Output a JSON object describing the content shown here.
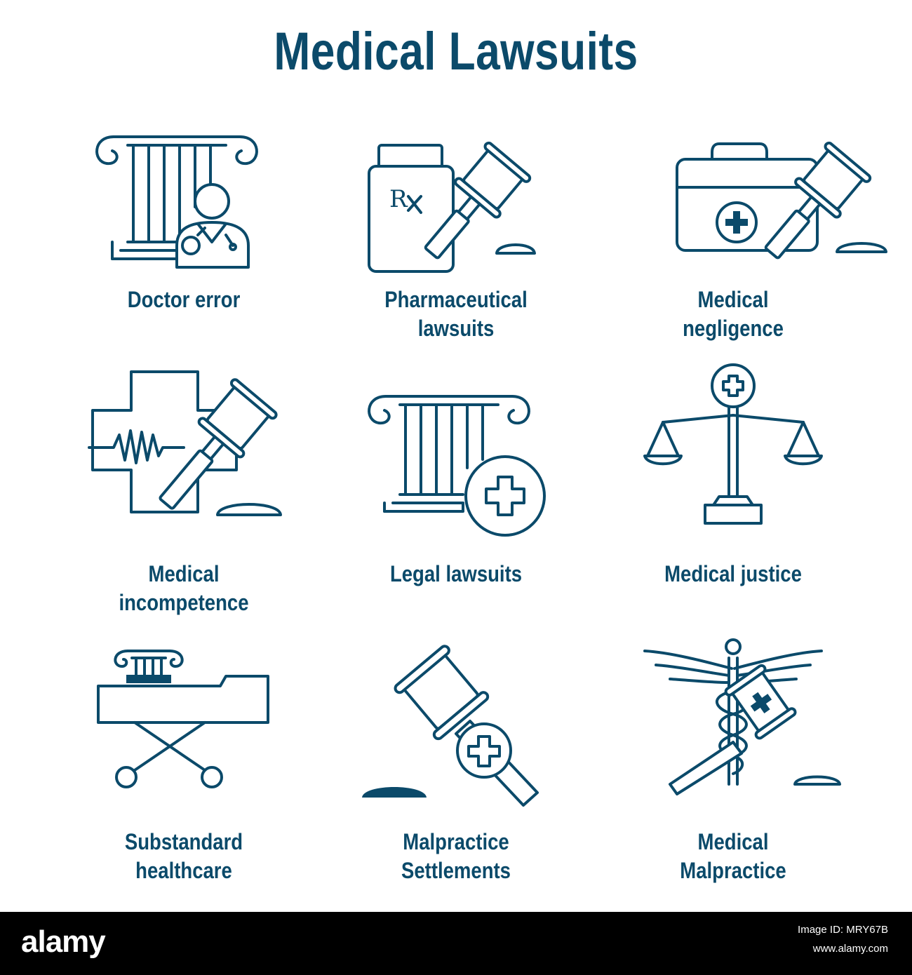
{
  "title": "Medical Lawsuits",
  "colors": {
    "ink": "#0b4a6a",
    "background": "#ffffff",
    "footer": "#000000"
  },
  "icons": [
    {
      "name": "doctor-column-icon",
      "label_lines": [
        "Doctor error"
      ]
    },
    {
      "name": "rx-bottle-gavel-icon",
      "label_lines": [
        "Pharmaceutical",
        "lawsuits"
      ]
    },
    {
      "name": "medical-kit-gavel-icon",
      "label_lines": [
        "Medical",
        "negligence"
      ]
    },
    {
      "name": "heartbeat-cross-gavel-icon",
      "label_lines": [
        "Medical",
        "incompetence"
      ]
    },
    {
      "name": "column-cross-icon",
      "label_lines": [
        "Legal lawsuits"
      ]
    },
    {
      "name": "scales-cross-icon",
      "label_lines": [
        "Medical justice"
      ]
    },
    {
      "name": "stretcher-column-icon",
      "label_lines": [
        "Substandard",
        "healthcare"
      ]
    },
    {
      "name": "gavel-cross-icon",
      "label_lines": [
        "Malpractice",
        "Settlements"
      ]
    },
    {
      "name": "caduceus-gavel-icon",
      "label_lines": [
        "Medical",
        "Malpractice"
      ]
    }
  ],
  "footer": {
    "logo": "alamy",
    "credit_line1": "Image ID: MRY67B",
    "credit_line2": "www.alamy.com"
  },
  "rx_text": "R"
}
